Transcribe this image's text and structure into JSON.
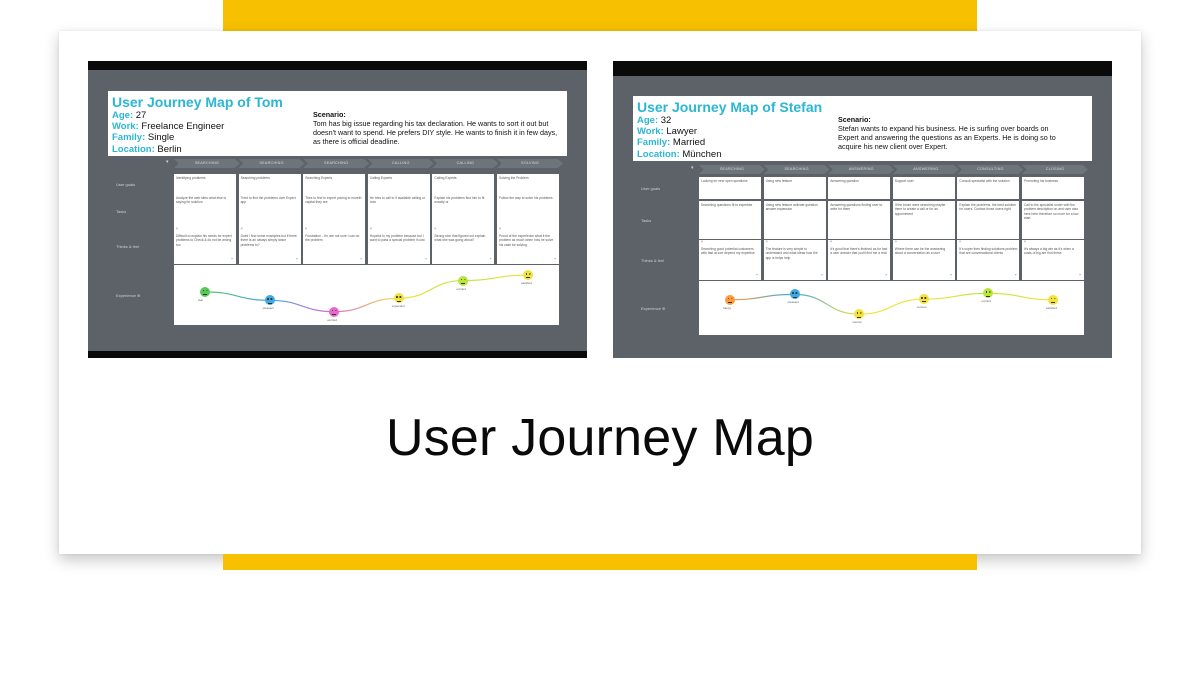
{
  "colors": {
    "accent_yellow": "#f7c000",
    "title_teal": "#2bb6d3",
    "panel_gray": "#5c6268"
  },
  "caption": "User Journey Map",
  "maps": [
    {
      "title": "User Journey Map of Tom",
      "fields": [
        {
          "key": "Age:",
          "value": "27"
        },
        {
          "key": "Work:",
          "value": "Freelance Engineer"
        },
        {
          "key": "Family:",
          "value": "Single"
        },
        {
          "key": "Location:",
          "value": "Berlin"
        }
      ],
      "scenario_label": "Scenario:",
      "scenario_text": "Tom has big issue regarding his tax declaration. He wants to sort it out but doesn't want to spend. He prefers DIY style. He wants to finish it in few days, as there is official deadline.",
      "phases": [
        "SEARCHING",
        "SEARCHING",
        "SEARCHING",
        "CALLING",
        "CALLING",
        "SOLVING"
      ],
      "row_labels": [
        "User goals",
        "Tasks",
        "Thinks & feel",
        "Experience"
      ],
      "goals": [
        "Identifying problems",
        "Searching problems",
        "Searching Experts",
        "Calling Experts",
        "Calling Experts",
        "Solving the Problem"
      ],
      "tasks": [
        "Analyze the web sites what else is saying for solution",
        "Tried to find the problems over Expert app",
        "Tries to find to expert pricing to moreth capital they are",
        "He tries to call to if available calling or now",
        "Explain his problems find him to fit exactly or",
        "Follow the way to solve his problems"
      ],
      "thoughts": [
        "Difficult to explain his needs for expert problems to Check & do not be wrong too",
        "Does I find some examples but if there there is an always simply lance problems to?",
        "Frustration - I'm are not sure I can do the problem",
        "Hopeful to my problem because but I want to pass a special problem if cost",
        "Strong nice that figured out explain what she was going about?",
        "Proud of the experience what it the problem as much when how he solve his case be solving"
      ],
      "emotions": [
        "fear",
        "pleasant",
        "worried",
        "expectant",
        "excited",
        "satisfied"
      ],
      "experience_levels": [
        0.55,
        0.35,
        0.08,
        0.4,
        0.82,
        0.95
      ]
    },
    {
      "title": "User Journey Map of Stefan",
      "fields": [
        {
          "key": "Age:",
          "value": "32"
        },
        {
          "key": "Work:",
          "value": "Lawyer"
        },
        {
          "key": "Family:",
          "value": "Married"
        },
        {
          "key": "Location:",
          "value": "München"
        }
      ],
      "scenario_label": "Scenario:",
      "scenario_text": "Stefan wants to expand his business. He is surfing over boards on Expert and answering the questions as an Experts. He is doing so to acquire his new client over Expert.",
      "phases": [
        "SEARCHING",
        "SEARCHING",
        "ANSWERING",
        "ANSWERING",
        "CONSULTING",
        "CLOSING"
      ],
      "row_labels": [
        "User goals",
        "Tasks",
        "Thinks & feel",
        "Experience"
      ],
      "goals": [
        "Looking for new open questions",
        "Using new feature",
        "Answering question",
        "Support user",
        "Consult specialist with the solution",
        "Promoting his business"
      ],
      "tasks": [
        "Searching questions fit to expertise",
        "Using new feature activate question answer expansion",
        "Answering questions finding user to write for them",
        "If the boom were searching maybe there to create a call or for an appointment",
        "Explain the problems, the best solution for users. Contact those users right",
        "Call to the specialist under with the problem description on and user also here here therefore so more for a low start"
      ],
      "thoughts": [
        "Searching good potential customers with fast at sort depend my expertise",
        "The feature is very simple to understand and what ideas how the app is helps help",
        "It's good that there's finished as for fact a user answer that you'll find me a real",
        "Where there can be the answering about a conversation as a user",
        "It's super then finding solutions problem that are conversational clients",
        "It's always a big win as it's when a costs of big are find these"
      ],
      "emotions": [
        "happy",
        "pleasant",
        "neutral",
        "curious",
        "excited",
        "satisfied"
      ],
      "experience_levels": [
        0.7,
        0.85,
        0.3,
        0.72,
        0.88,
        0.7
      ]
    }
  ]
}
